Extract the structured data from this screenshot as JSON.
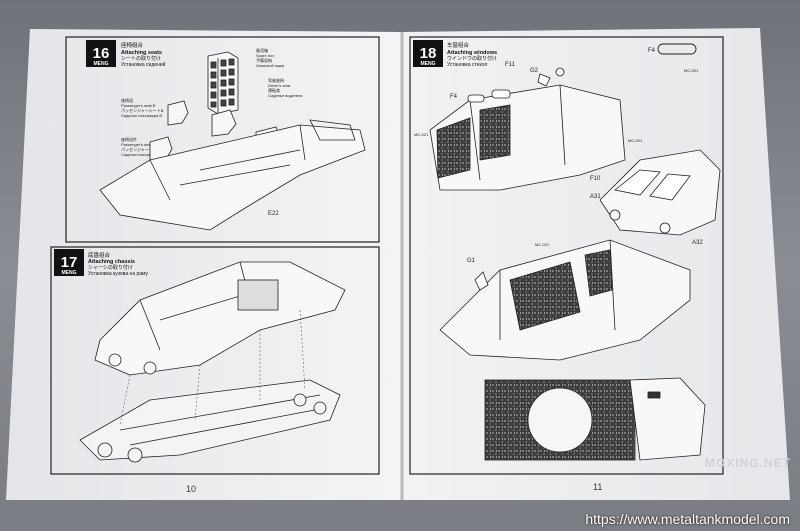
{
  "step16": {
    "number": "16",
    "logo": "MENG",
    "title_cn": "座椅组合",
    "title_en": "Attaching seats",
    "title_jp": "シートの取り付け",
    "title_ru": "Установка сидений",
    "callouts": [
      "座椅组",
      "Passenger's seat B",
      "パッセンジャーシートB",
      "Сиденье пассажира B",
      "座椅组件",
      "Passenger's seat A",
      "パッセンジャーシートA",
      "Сиденье пассажира A",
      "驾驶座椅",
      "Driver's seat",
      "運転席",
      "Сиденье водителя",
      "备用箱",
      "Spare box",
      "予備収納",
      "Запасной ящик"
    ],
    "part": "E22"
  },
  "step17": {
    "number": "17",
    "logo": "MENG",
    "title_cn": "底盘组合",
    "title_en": "Attaching chassis",
    "title_jp": "シャーシの取り付け",
    "title_ru": "Установка кузова на раму"
  },
  "step18": {
    "number": "18",
    "logo": "MENG",
    "title_cn": "车窗组合",
    "title_en": "Attaching windows",
    "title_jp": "ウインドウの取り付け",
    "title_ru": "Установка стекол",
    "parts": [
      "F4",
      "F11",
      "G2",
      "F4",
      "F10",
      "A31",
      "A32",
      "G1"
    ],
    "paint": [
      "MC-001",
      "MC-021",
      "MC-001",
      "MC-021"
    ]
  },
  "pages": {
    "left": "10",
    "right": "11"
  },
  "watermark": "https://www.metaltankmodel.com",
  "moxing": "MOXING.NET"
}
